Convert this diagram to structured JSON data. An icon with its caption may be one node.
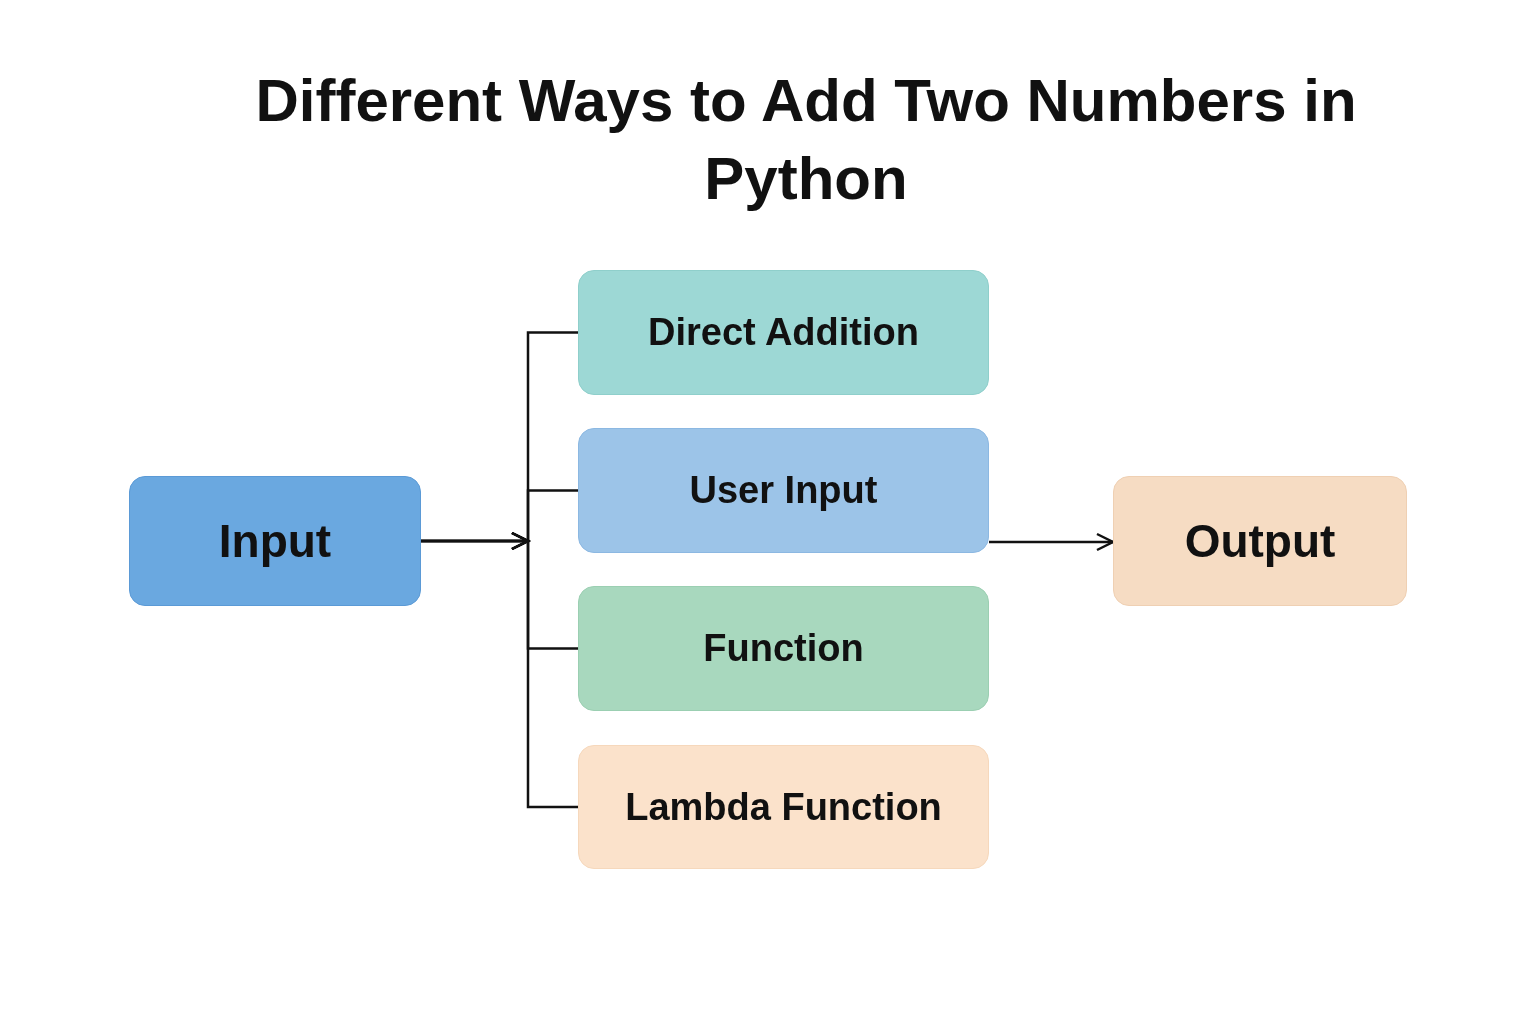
{
  "diagram": {
    "title": "Different Ways to Add Two Numbers in Python",
    "nodes": [
      {
        "text": [
          "Input"
        ]
      },
      {
        "text": [
          "Direct Addition"
        ]
      },
      {
        "text": [
          "User Input"
        ]
      },
      {
        "text": [
          "Function"
        ]
      },
      {
        "text": [
          "Lambda Function"
        ]
      },
      {
        "text": [
          "Output"
        ]
      }
    ],
    "edges": [
      {
        "from": 0,
        "to": 1,
        "arrow": "to"
      },
      {
        "from": 0,
        "to": 2,
        "arrow": "to"
      },
      {
        "from": 0,
        "to": 3,
        "arrow": "to"
      },
      {
        "from": 0,
        "to": 4,
        "arrow": "to"
      },
      {
        "from": 2,
        "to": 5,
        "arrow": "to"
      }
    ]
  }
}
